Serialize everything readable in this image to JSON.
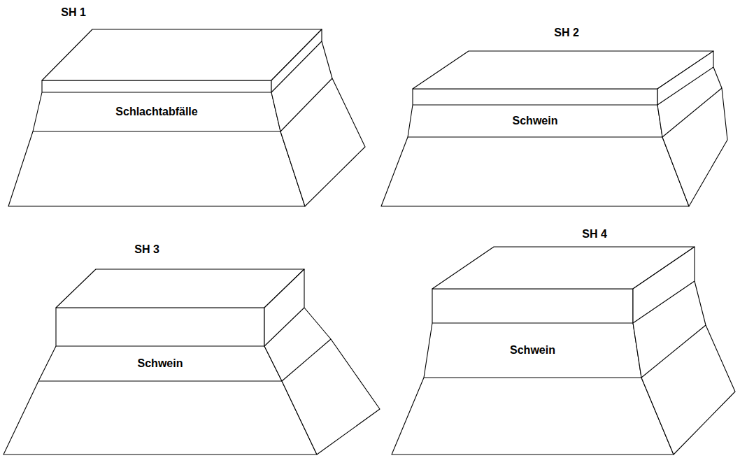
{
  "diagram": {
    "nodes": [
      {
        "text": [
          "SH 1",
          "Schlachtabfälle"
        ]
      },
      {
        "text": [
          "SH 2",
          "Schwein"
        ]
      },
      {
        "text": [
          "SH 3",
          "Schwein"
        ]
      },
      {
        "text": [
          "SH 4",
          "Schwein"
        ]
      }
    ],
    "edges": []
  }
}
